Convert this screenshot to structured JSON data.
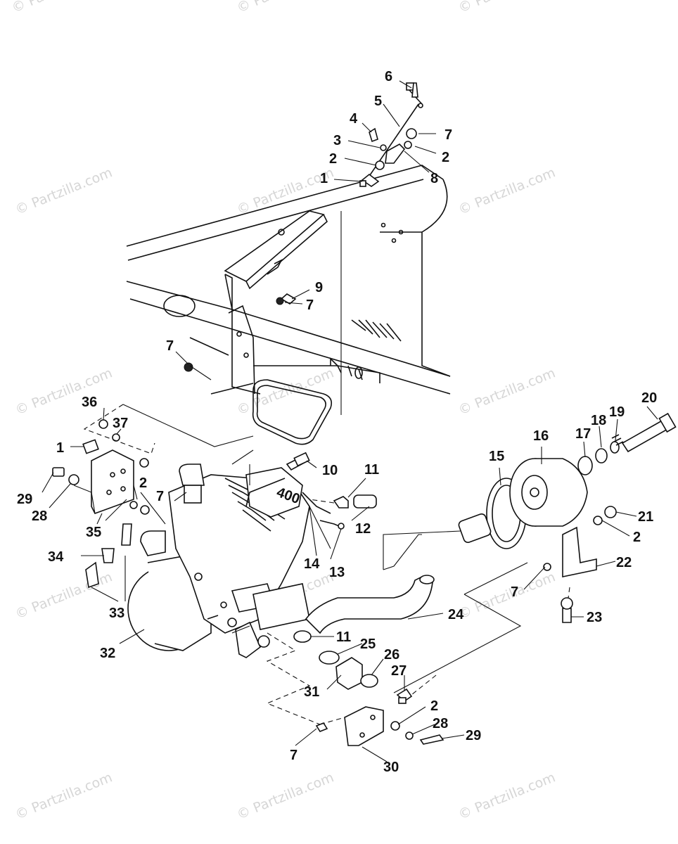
{
  "watermark": "© Partzilla.com",
  "callouts": {
    "c1a": "1",
    "c1b": "1",
    "c2a": "2",
    "c2b": "2",
    "c2c": "2",
    "c2d": "2",
    "c2e": "2",
    "c3": "3",
    "c4": "4",
    "c5": "5",
    "c6": "6",
    "c7a": "7",
    "c7b": "7",
    "c7c": "7",
    "c7d": "7",
    "c7e": "7",
    "c7f": "7",
    "c8": "8",
    "c9": "9",
    "c10": "10",
    "c11a": "11",
    "c11b": "11",
    "c12": "12",
    "c13": "13",
    "c14": "14",
    "c15": "15",
    "c16": "16",
    "c17": "17",
    "c18": "18",
    "c19": "19",
    "c20": "20",
    "c21": "21",
    "c22": "22",
    "c23": "23",
    "c24": "24",
    "c25": "25",
    "c26": "26",
    "c27": "27",
    "c28a": "28",
    "c28b": "28",
    "c29a": "29",
    "c29b": "29",
    "c30": "30",
    "c31": "31",
    "c32": "32",
    "c33": "33",
    "c34": "34",
    "c35": "35",
    "c36": "36",
    "c37": "37"
  },
  "engine_marking": "400"
}
